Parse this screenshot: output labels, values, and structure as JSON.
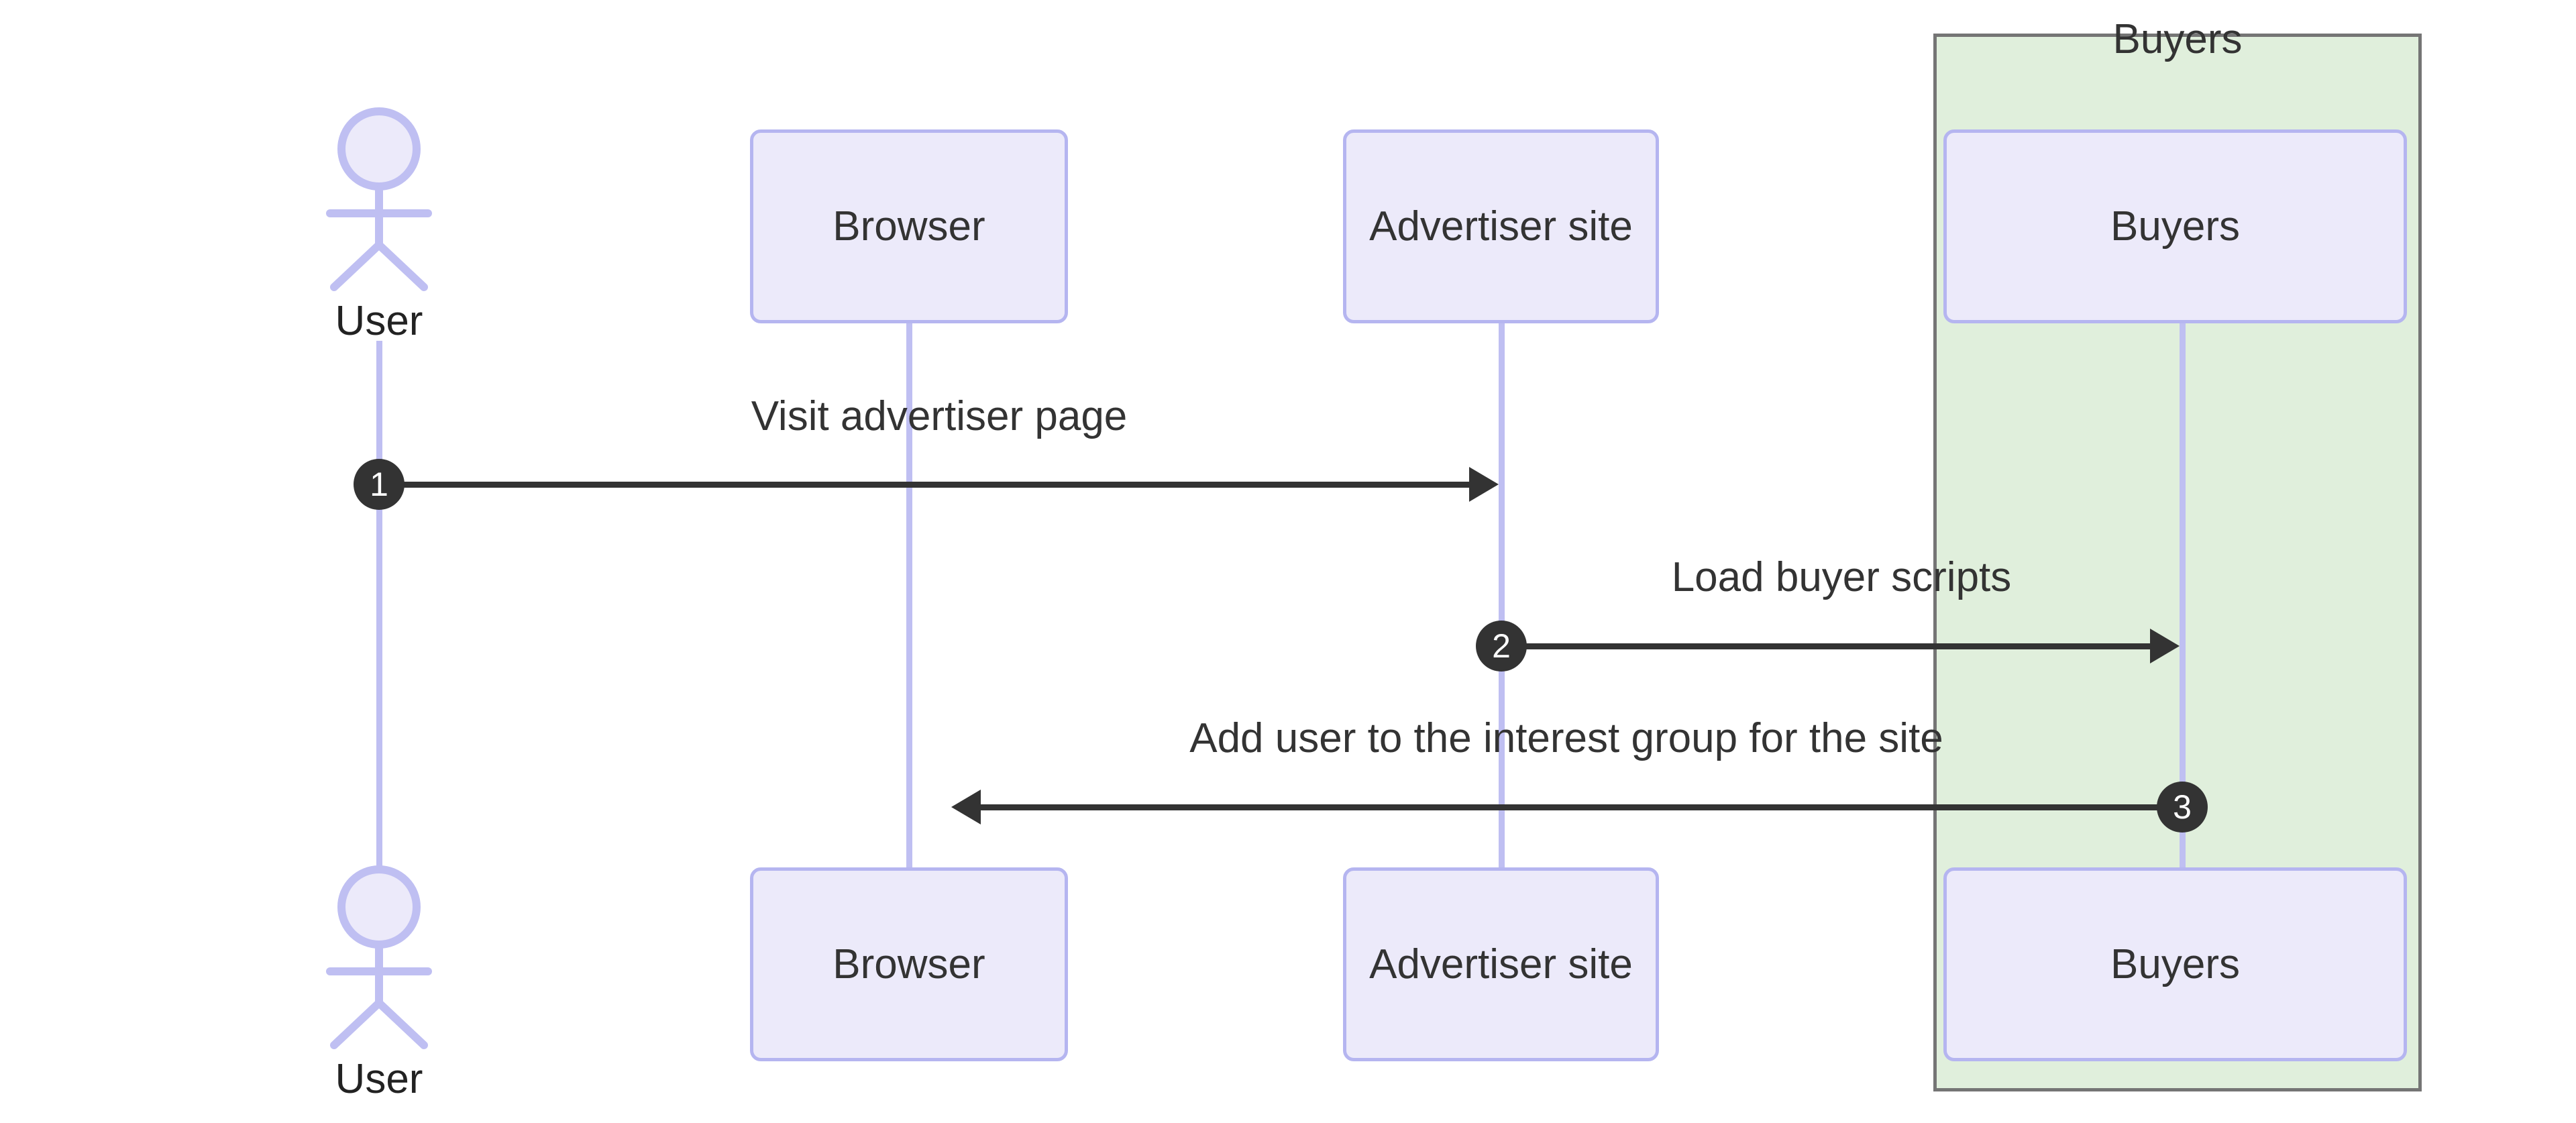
{
  "diagram": {
    "type": "sequence-diagram",
    "background": "#ffffff",
    "colors": {
      "participant_fill": "#ECEAFA",
      "participant_border": "#B5B5F0",
      "lifeline": "#BFBFF2",
      "group_fill": "#E0EFDC",
      "group_border": "#757575",
      "message_line": "#333333",
      "sequence_number_fill": "#333333",
      "text": "#333333"
    },
    "group": {
      "label": "Buyers"
    },
    "participants": [
      {
        "id": "user",
        "label": "User",
        "kind": "actor"
      },
      {
        "id": "browser",
        "label": "Browser",
        "kind": "box"
      },
      {
        "id": "advertiser",
        "label": "Advertiser site",
        "kind": "box"
      },
      {
        "id": "buyers",
        "label": "Buyers",
        "kind": "box"
      }
    ],
    "participants_bottom": [
      {
        "id": "user",
        "label": "User",
        "kind": "actor"
      },
      {
        "id": "browser",
        "label": "Browser",
        "kind": "box"
      },
      {
        "id": "advertiser",
        "label": "Advertiser site",
        "kind": "box"
      },
      {
        "id": "buyers",
        "label": "Buyers",
        "kind": "box"
      }
    ],
    "messages": [
      {
        "number": "1",
        "label": "Visit advertiser page",
        "from": "user",
        "to": "advertiser",
        "direction": "right"
      },
      {
        "number": "2",
        "label": "Load buyer scripts",
        "from": "advertiser",
        "to": "buyers",
        "direction": "right"
      },
      {
        "number": "3",
        "label": "Add user to the interest group for the site",
        "from": "buyers",
        "to": "browser",
        "direction": "left"
      }
    ]
  }
}
